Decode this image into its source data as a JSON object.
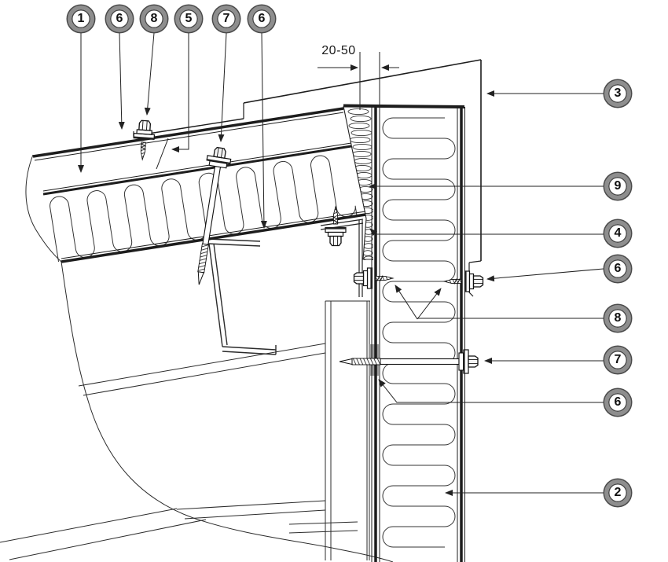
{
  "figure": {
    "type": "construction-detail-drawing",
    "dimension_label": "20-50",
    "callouts_top": [
      {
        "label": "1"
      },
      {
        "label": "6"
      },
      {
        "label": "8"
      },
      {
        "label": "5"
      },
      {
        "label": "7"
      },
      {
        "label": "6"
      }
    ],
    "callouts_right": [
      {
        "label": "3"
      },
      {
        "label": "9"
      },
      {
        "label": "4"
      },
      {
        "label": "6"
      },
      {
        "label": "8"
      },
      {
        "label": "7"
      },
      {
        "label": "6"
      },
      {
        "label": "2"
      }
    ],
    "colors": {
      "line": "#222222",
      "callout_ring": "#8e8e8e",
      "callout_edge": "#4a4a4a",
      "spacer_gray": "#9b9b9b",
      "background": "#ffffff"
    }
  }
}
